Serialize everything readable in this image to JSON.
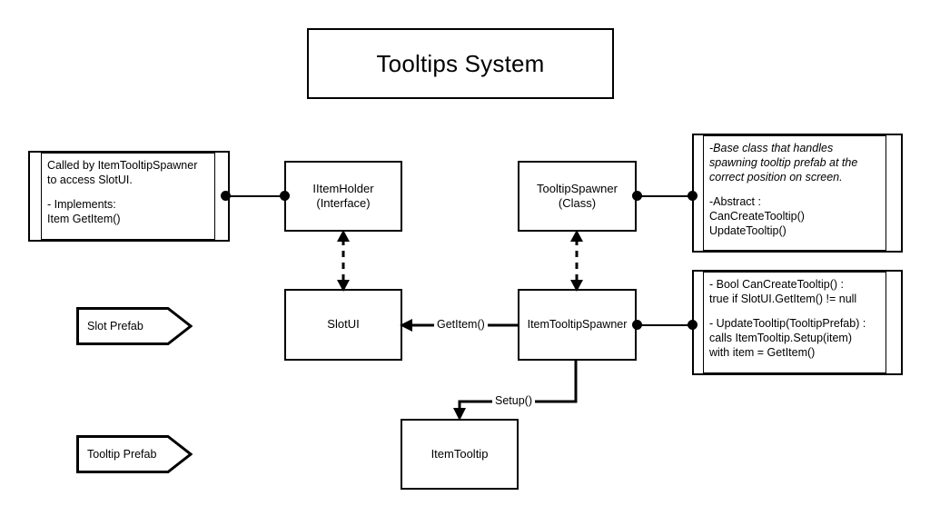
{
  "diagram": {
    "title": "Tooltips System",
    "background_color": "#ffffff",
    "line_color": "#000000"
  },
  "notes": {
    "left": {
      "name": "iitemholder-note",
      "line1": "Called by ItemTooltipSpawner",
      "line2": "to access SlotUI.",
      "line3": "- Implements:",
      "line4": "Item GetItem()"
    },
    "right_top": {
      "name": "tooltipspawner-note",
      "line1": "-Base class that handles",
      "line2": "spawning tooltip prefab at the",
      "line3": "correct position on screen.",
      "line4": "-Abstract :",
      "line5": "CanCreateTooltip()",
      "line6": "UpdateTooltip()"
    },
    "right_bottom": {
      "name": "itemtooltipspawner-note",
      "line1": "- Bool CanCreateTooltip() :",
      "line2": "true if SlotUI.GetItem() != null",
      "line3": "- UpdateTooltip(TooltipPrefab) :",
      "line4": "calls ItemTooltip.Setup(item)",
      "line5": "with item = GetItem()"
    }
  },
  "boxes": {
    "iitemholder": {
      "line1": "IItemHolder",
      "line2": "(Interface)"
    },
    "tooltipspawner": {
      "line1": "TooltipSpawner",
      "line2": "(Class)"
    },
    "slotui": {
      "line1": "SlotUI",
      "line2": ""
    },
    "itemtooltipspawner": {
      "line1": "ItemTooltipSpawner",
      "line2": ""
    },
    "itemtooltip": {
      "line1": "ItemTooltip",
      "line2": ""
    }
  },
  "legend": {
    "slot_prefab": "Slot Prefab",
    "tooltip_prefab": "Tooltip Prefab"
  },
  "edges": {
    "get_item_label": "GetItem()",
    "setup_label": "Setup()"
  }
}
